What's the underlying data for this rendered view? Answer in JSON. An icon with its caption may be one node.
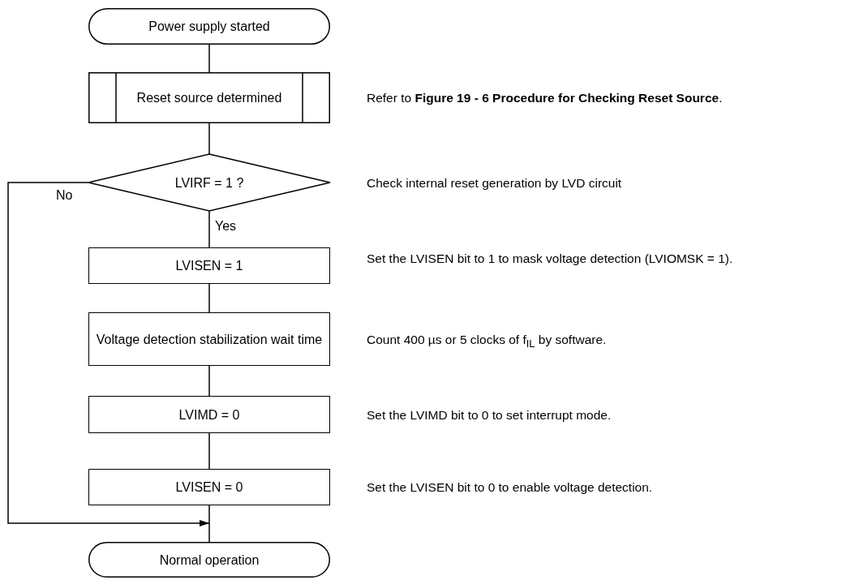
{
  "diagram": {
    "nodes": [
      {
        "text": [
          "Power supply started"
        ]
      },
      {
        "text": [
          "Reset source determined"
        ],
        "beside": [
          "Refer to **Figure 19 - 6 Procedure for Checking Reset Source**."
        ]
      },
      {
        "text": [
          "LVIRF = 1 ?"
        ],
        "beside": [
          "Check internal reset generation by LVD circuit"
        ]
      },
      {
        "text": [
          "LVISEN = 1"
        ],
        "beside": [
          "Set the LVISEN bit to 1 to mask voltage detection (LVIOMSK = 1)."
        ]
      },
      {
        "text": [
          "Voltage detection stabilization wait time"
        ],
        "beside": [
          "Count 400 µs or 5 clocks of f$_{IL}$ by software."
        ]
      },
      {
        "text": [
          "LVIMD = 0"
        ],
        "beside": [
          "Set the LVIMD bit to 0 to set interrupt mode."
        ]
      },
      {
        "text": [
          "LVISEN = 0"
        ],
        "beside": [
          "Set the LVISEN bit to 0 to enable voltage detection."
        ]
      },
      {
        "text": [
          "Normal operation"
        ]
      }
    ],
    "edges": [
      {
        "from": 0,
        "to": 1,
        "arrow": "none"
      },
      {
        "from": 1,
        "to": 2,
        "arrow": "none"
      },
      {
        "from": 2,
        "to": 3,
        "arrow": "none",
        "label": "Yes"
      },
      {
        "from": 3,
        "to": 4,
        "arrow": "none"
      },
      {
        "from": 4,
        "to": 5,
        "arrow": "none"
      },
      {
        "from": 5,
        "to": 6,
        "arrow": "none"
      },
      {
        "from": 6,
        "to": 7,
        "arrow": "none"
      },
      {
        "from": 2,
        "to": 7,
        "arrow": "to",
        "label": "No"
      }
    ]
  }
}
